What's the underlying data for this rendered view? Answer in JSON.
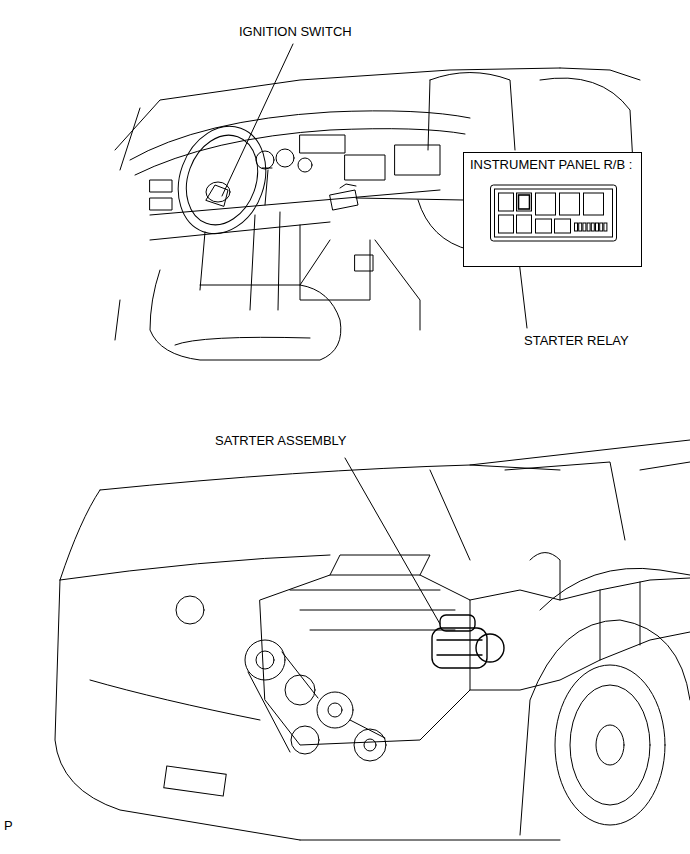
{
  "diagram": {
    "nodes": [
      {
        "text": [
          "INSTRUMENT PANEL R/B :"
        ]
      }
    ],
    "labels": [
      "IGNITION SWITCH",
      "STARTER RELAY",
      "SATRTER ASSEMBLY",
      "P"
    ]
  }
}
